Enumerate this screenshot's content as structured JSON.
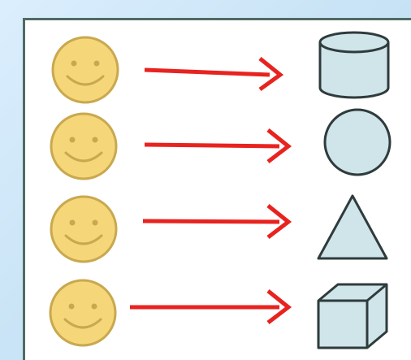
{
  "diagram": {
    "rows": [
      {
        "source": "smiley-face",
        "connector": "arrow",
        "target": "cylinder"
      },
      {
        "source": "smiley-face",
        "connector": "arrow",
        "target": "circle"
      },
      {
        "source": "smiley-face",
        "connector": "arrow",
        "target": "triangle"
      },
      {
        "source": "smiley-face",
        "connector": "arrow",
        "target": "cube"
      }
    ]
  },
  "colors": {
    "background": "#c9e4f6",
    "frame_border": "#4f6b63",
    "face_fill": "#f5d77a",
    "face_stroke": "#c9a84f",
    "face_features": "#c9a84f",
    "arrow": "#e8231f",
    "shape_fill": "#cfe5ea",
    "shape_stroke": "#2f3b3c"
  }
}
